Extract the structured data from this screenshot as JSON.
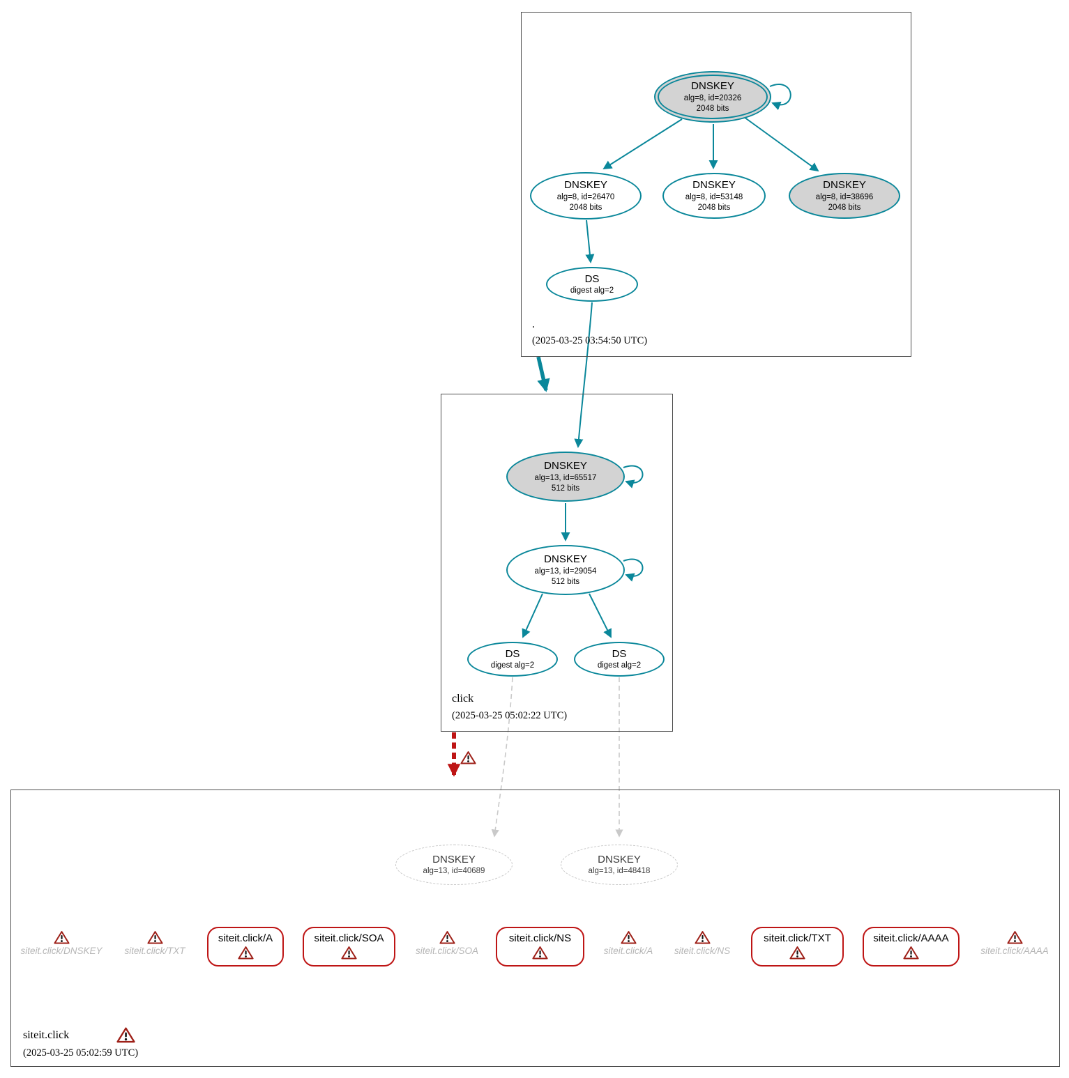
{
  "colors": {
    "secure": "#0a879a",
    "bogus": "#be1515",
    "key_fill": "#d3d3d3",
    "insecure_text": "#b6b6b6",
    "warning_border": "#9e2018"
  },
  "icons": {
    "warning": "warning-icon"
  },
  "zones": {
    "root": {
      "name": ".",
      "timestamp": "(2025-03-25 03:54:50 UTC)",
      "ksk": {
        "type": "DNSKEY",
        "detail": "alg=8, id=20326",
        "size": "2048 bits"
      },
      "zsk1": {
        "type": "DNSKEY",
        "detail": "alg=8, id=26470",
        "size": "2048 bits"
      },
      "zsk2": {
        "type": "DNSKEY",
        "detail": "alg=8, id=53148",
        "size": "2048 bits"
      },
      "zsk3": {
        "type": "DNSKEY",
        "detail": "alg=8, id=38696",
        "size": "2048 bits"
      },
      "ds": {
        "type": "DS",
        "detail": "digest alg=2"
      }
    },
    "click": {
      "name": "click",
      "timestamp": "(2025-03-25 05:02:22 UTC)",
      "ksk": {
        "type": "DNSKEY",
        "detail": "alg=13, id=65517",
        "size": "512 bits"
      },
      "zsk": {
        "type": "DNSKEY",
        "detail": "alg=13, id=29054",
        "size": "512 bits"
      },
      "ds1": {
        "type": "DS",
        "detail": "digest alg=2"
      },
      "ds2": {
        "type": "DS",
        "detail": "digest alg=2"
      }
    },
    "siteit": {
      "name": "siteit.click",
      "timestamp": "(2025-03-25 05:02:59 UTC)",
      "dnskey1": {
        "type": "DNSKEY",
        "detail": "alg=13, id=40689"
      },
      "dnskey2": {
        "type": "DNSKEY",
        "detail": "alg=13, id=48418"
      },
      "rrsets": [
        {
          "label": "siteit.click/DNSKEY",
          "status": "insecure"
        },
        {
          "label": "siteit.click/TXT",
          "status": "insecure"
        },
        {
          "label": "siteit.click/A",
          "status": "bogus"
        },
        {
          "label": "siteit.click/SOA",
          "status": "bogus"
        },
        {
          "label": "siteit.click/SOA",
          "status": "insecure"
        },
        {
          "label": "siteit.click/NS",
          "status": "bogus"
        },
        {
          "label": "siteit.click/A",
          "status": "insecure"
        },
        {
          "label": "siteit.click/NS",
          "status": "insecure"
        },
        {
          "label": "siteit.click/TXT",
          "status": "bogus"
        },
        {
          "label": "siteit.click/AAAA",
          "status": "bogus"
        },
        {
          "label": "siteit.click/AAAA",
          "status": "insecure"
        }
      ]
    }
  }
}
